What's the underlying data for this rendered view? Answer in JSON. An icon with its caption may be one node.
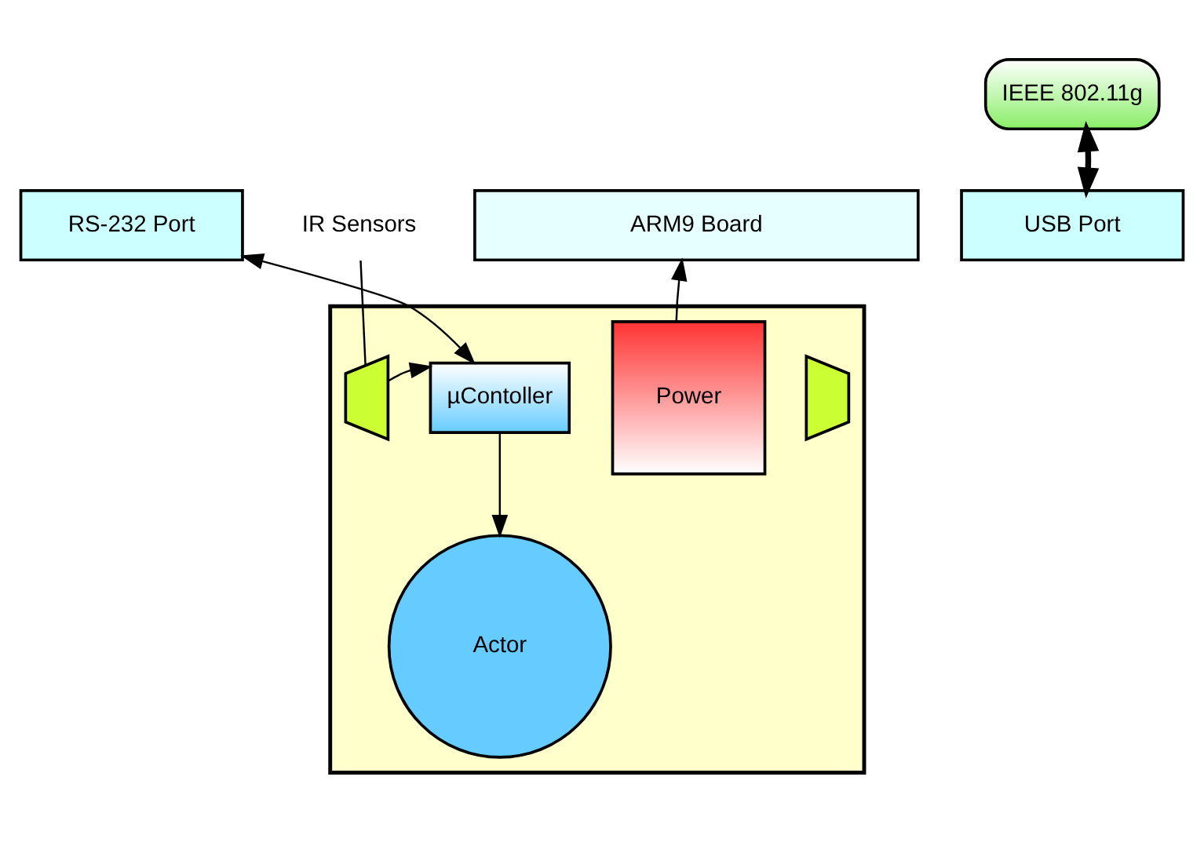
{
  "diagram": {
    "nodes": [
      {
        "text": [
          "IEEE 802.11g"
        ]
      },
      {
        "text": [
          "RS-232 Port"
        ]
      },
      {
        "text": [
          "ARM9 Board"
        ]
      },
      {
        "text": [
          "USB Port"
        ]
      },
      {
        "text": [],
        "shape": "box"
      },
      {
        "text": [],
        "shape": "trapezoid",
        "in": 4
      },
      {
        "text": [],
        "shape": "trapezoid",
        "in": 4
      },
      {
        "text": [
          "µContoller"
        ],
        "in": 4
      },
      {
        "text": [
          "Actor"
        ],
        "in": 4
      },
      {
        "text": [
          "Power"
        ],
        "in": 4
      },
      {
        "text": [
          "IR Sensors"
        ]
      }
    ],
    "edges": [
      {
        "from": 0,
        "to": 3,
        "arrow": "both",
        "style": "thick"
      },
      {
        "from": 1,
        "to": 7,
        "arrow": "both"
      },
      {
        "from": 5,
        "to": 7,
        "arrow": "to"
      },
      {
        "from": 7,
        "to": 8,
        "arrow": "to"
      },
      {
        "from": 9,
        "to": 2,
        "arrow": "to"
      },
      {
        "from": 10,
        "to": 5,
        "arrow": "none"
      }
    ]
  }
}
